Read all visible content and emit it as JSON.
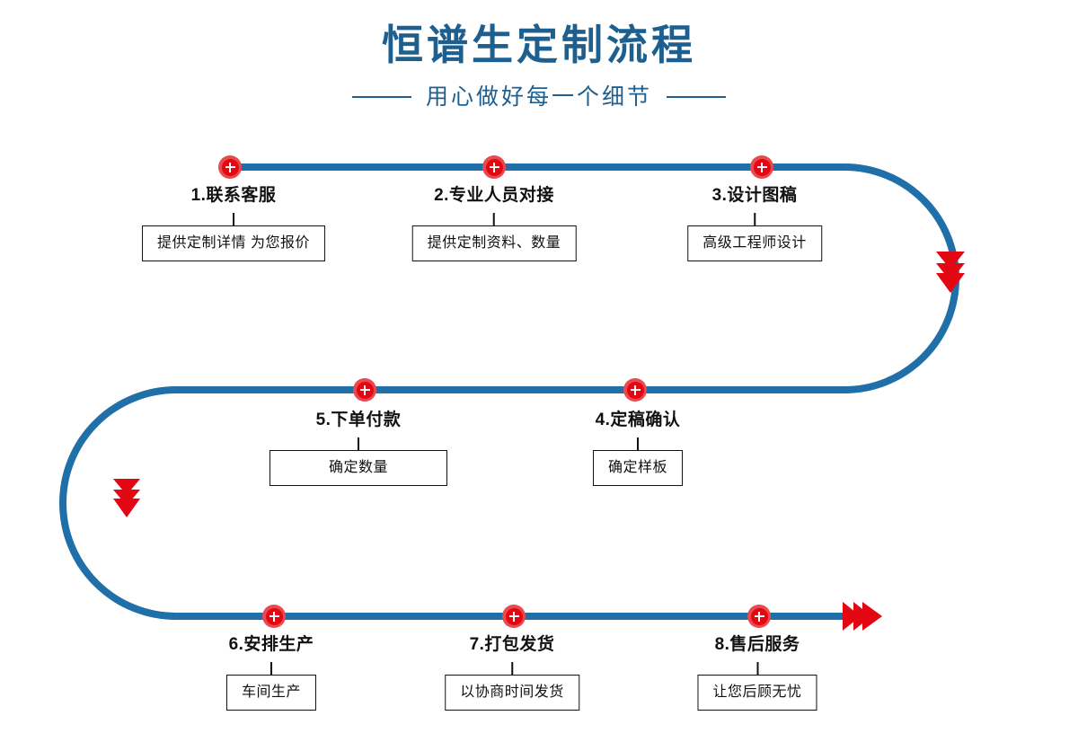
{
  "header": {
    "title": "恒谱生定制流程",
    "subtitle": "用心做好每一个细节"
  },
  "colors": {
    "brand_blue": "#1d5f8f",
    "flow_line": "#1f6fa8",
    "node_outer": "#ea4a4d",
    "node_inner": "#e30613",
    "arrow_red": "#e30613",
    "box_border": "#111111",
    "background": "#ffffff"
  },
  "flow": {
    "direction_note": "serpentine: row1 left-to-right, U-turn right, row2 right-to-left, U-turn left, row3 left-to-right",
    "arrows": [
      {
        "name": "arrow-right-turn",
        "glyph": "triple-chevron-down"
      },
      {
        "name": "arrow-left-turn",
        "glyph": "triple-chevron-down"
      },
      {
        "name": "arrow-end",
        "glyph": "triple-chevron-right"
      }
    ]
  },
  "steps": [
    {
      "id": "step-1",
      "title": "1.联系客服",
      "box": "提供定制详情 为您报价",
      "node_label": "+",
      "row": 1
    },
    {
      "id": "step-2",
      "title": "2.专业人员对接",
      "box": "提供定制资料、数量",
      "node_label": "+",
      "row": 1
    },
    {
      "id": "step-3",
      "title": "3.设计图稿",
      "box": "高级工程师设计",
      "node_label": "+",
      "row": 1
    },
    {
      "id": "step-4",
      "title": "4.定稿确认",
      "box": "确定样板",
      "node_label": "+",
      "row": 2
    },
    {
      "id": "step-5",
      "title": "5.下单付款",
      "box": "确定数量",
      "node_label": "+",
      "row": 2
    },
    {
      "id": "step-6",
      "title": "6.安排生产",
      "box": "车间生产",
      "node_label": "+",
      "row": 3
    },
    {
      "id": "step-7",
      "title": "7.打包发货",
      "box": "以协商时间发货",
      "node_label": "+",
      "row": 3
    },
    {
      "id": "step-8",
      "title": "8.售后服务",
      "box": "让您后顾无忧",
      "node_label": "+",
      "row": 3
    }
  ]
}
